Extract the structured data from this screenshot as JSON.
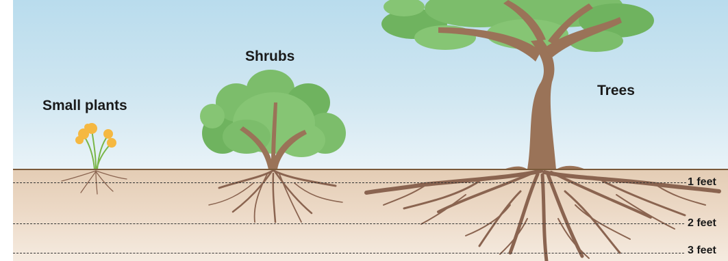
{
  "labels": {
    "small_plants": "Small plants",
    "shrubs": "Shrubs",
    "trees": "Trees"
  },
  "depth_markers": [
    "1 feet",
    "2 feet",
    "3 feet"
  ],
  "colors": {
    "sky": "#c9e3ef",
    "soil": "#e8d3bd",
    "root": "#8a6450",
    "trunk": "#9a7358",
    "foliage_light": "#7cbd6b",
    "foliage_dark": "#4f9a4a",
    "flower": "#f5b841",
    "stem": "#7ab648"
  }
}
